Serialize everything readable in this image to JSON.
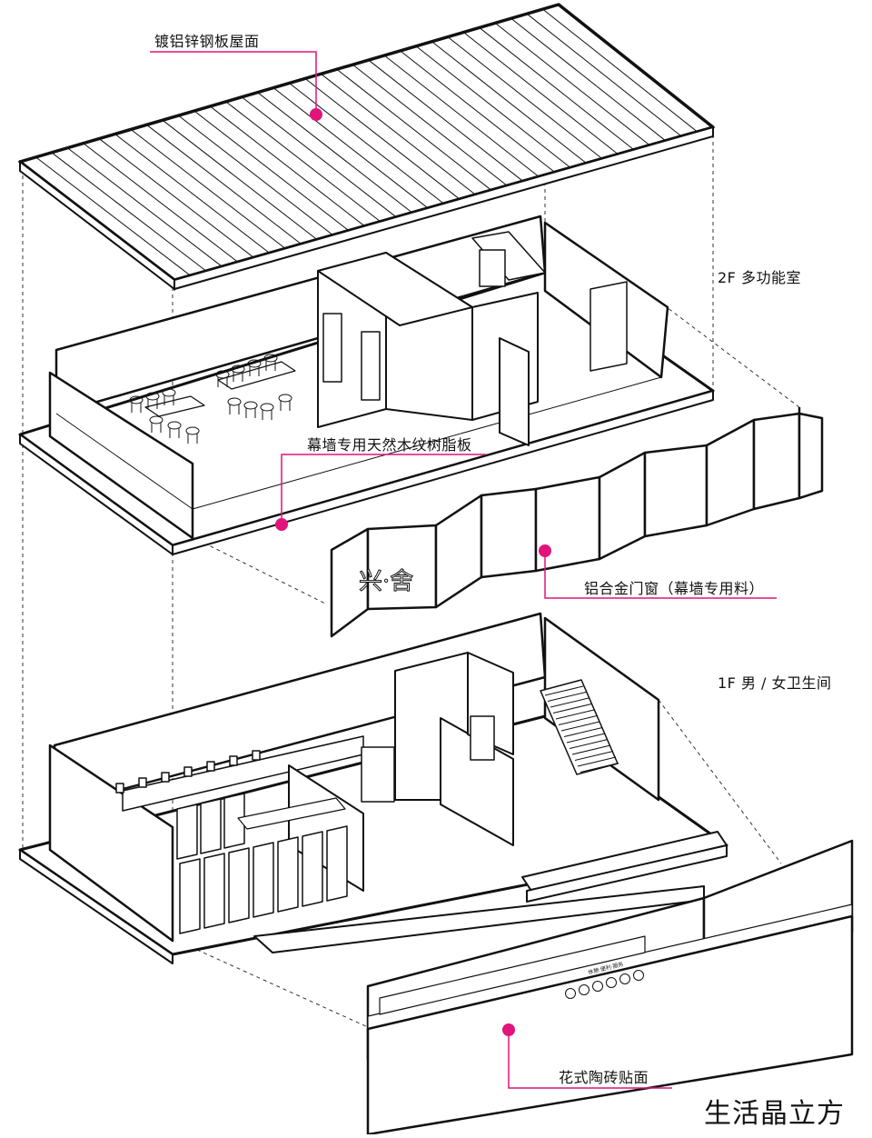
{
  "labels": {
    "roof": "镀铝锌钢板屋面",
    "floor2": "2F 多功能室",
    "wood_panel": "幕墙专用天然木纹树脂板",
    "alu_window": "铝合金门窗（幕墙专用料）",
    "floor1": "1F 男 / 女卫生间",
    "tile": "花式陶砖贴面"
  },
  "facade": {
    "sign_text": "兴·舍",
    "small_text": "休憩·便利·服务"
  },
  "brand": "生活晶立方",
  "colors": {
    "leader": "#e0147a",
    "line": "#111111",
    "dashed": "#333333"
  }
}
